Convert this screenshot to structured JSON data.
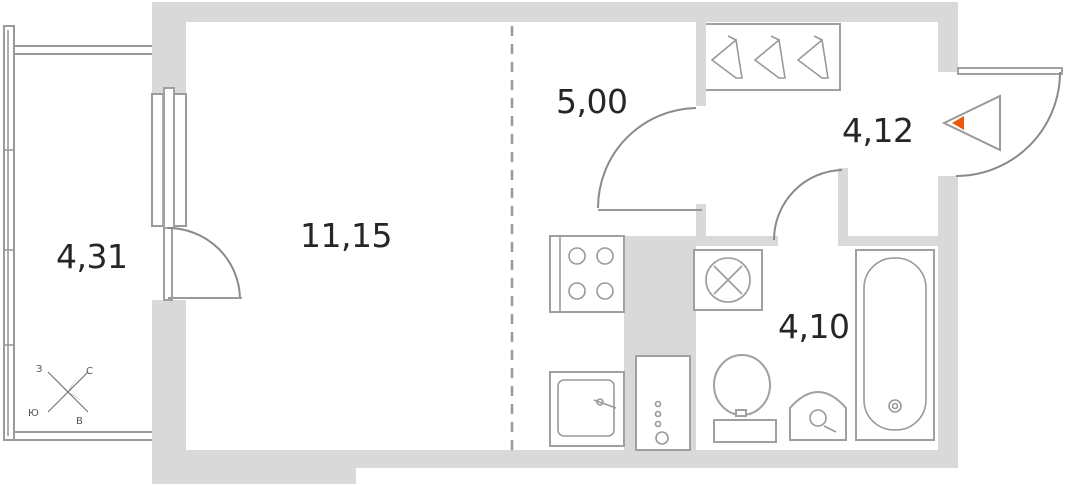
{
  "rooms": {
    "balcony": {
      "area": "4,31"
    },
    "living": {
      "area": "11,15"
    },
    "kitchen": {
      "area": "5,00"
    },
    "hallway": {
      "area": "4,12"
    },
    "bathroom": {
      "area": "4,10"
    }
  },
  "compass": {
    "north": "С",
    "south": "Ю",
    "east": "В",
    "west": "З"
  },
  "colors": {
    "wall": "#d9d9d9",
    "line": "#9a9a9a",
    "entrance_marker": "#e8590c"
  }
}
